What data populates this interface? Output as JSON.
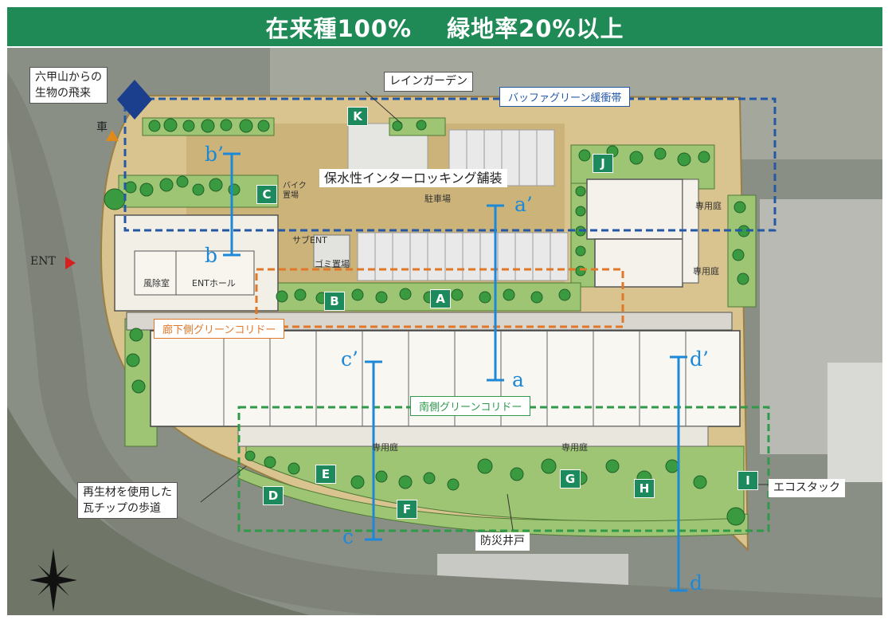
{
  "header": {
    "left": "在来種100%",
    "right": "緑地率20%以上"
  },
  "callouts": {
    "rokko": [
      "六甲山からの",
      "生物の飛来"
    ],
    "rain_garden": "レインガーデン",
    "paving": "保水性インターロッキング舗装",
    "tile_walk": [
      "再生材を使用した",
      "瓦チップの歩道"
    ],
    "well": "防災井戸",
    "eco_stack": "エコスタック"
  },
  "zones": {
    "buffer": "バッファグリーン緩衝帯",
    "corridor_north": "廊下側グリーンコリドー",
    "corridor_south": "南側グリーンコリドー"
  },
  "labels": {
    "car": "車",
    "ent": "ENT",
    "parking": "駐車場",
    "bike": [
      "バイク",
      "置場"
    ],
    "wind_room": "風除室",
    "ent_hall": "ENTホール",
    "sub_ent": "サブENT",
    "garbage": "ゴミ置場",
    "private_garden": "専用庭"
  },
  "markers": [
    "A",
    "B",
    "C",
    "D",
    "E",
    "F",
    "G",
    "H",
    "I",
    "J",
    "K"
  ],
  "sections": {
    "a": "a",
    "a_prime": "a’",
    "b": "b",
    "b_prime": "b’",
    "c": "c",
    "c_prime": "c’",
    "d": "d",
    "d_prime": "d’"
  },
  "colors": {
    "header": "#1f8a56",
    "marker": "#1c8a5d",
    "buffer_line": "#2458a6",
    "corridor_north_line": "#e0782a",
    "corridor_south_line": "#2e9a4a",
    "section_line": "#1e88d8"
  },
  "icons": [
    "compass-icon",
    "car-arrow-icon",
    "ent-arrow-icon",
    "flyin-arrow-icon"
  ]
}
